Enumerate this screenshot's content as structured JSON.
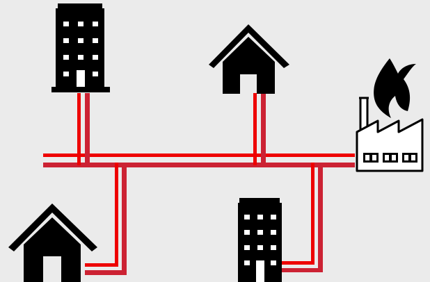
{
  "diagram": {
    "description_type": "district heating network",
    "colors": {
      "background": "#ebebeb",
      "supply_pipe": "#ee0000",
      "return_pipe": "#cc2233",
      "icon": "#000000",
      "factory_fill": "#ffffff"
    },
    "nodes": [
      {
        "id": "office-building-top",
        "icon": "office-building-icon"
      },
      {
        "id": "house-top",
        "icon": "house-icon"
      },
      {
        "id": "factory",
        "icon": "factory-icon"
      },
      {
        "id": "house-bottom",
        "icon": "house-icon"
      },
      {
        "id": "office-building-bottom",
        "icon": "office-building-icon"
      }
    ],
    "connections": [
      {
        "from": "factory",
        "to": "office-building-top"
      },
      {
        "from": "factory",
        "to": "house-top"
      },
      {
        "from": "factory",
        "to": "house-bottom"
      },
      {
        "from": "factory",
        "to": "office-building-bottom"
      }
    ]
  }
}
